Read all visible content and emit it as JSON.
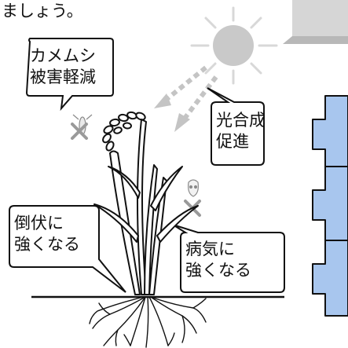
{
  "header": {
    "text": "ましょう。"
  },
  "callouts": {
    "pest": "カメムシ\n被害軽減",
    "photosynthesis": "光合成\n促進",
    "lodging": "倒伏に\n強くなる",
    "disease": "病気に\n強くなる"
  },
  "colors": {
    "arrow_fill": "#a8c6ee",
    "arrow_stroke": "#111111",
    "sun": "#c9c9c9",
    "sun_rays": "#d8d8d8",
    "sunlight_arrows": "#c4c4c4",
    "plant_stroke": "#111111",
    "cross": "#9a9a9a",
    "panel": "#d6d6d6",
    "panel_dark": "#b8b8b8"
  },
  "icons": [
    "sun-icon",
    "cross-icon",
    "rice-plant",
    "block-arrow-icon",
    "insect-icon",
    "pathogen-icon"
  ]
}
